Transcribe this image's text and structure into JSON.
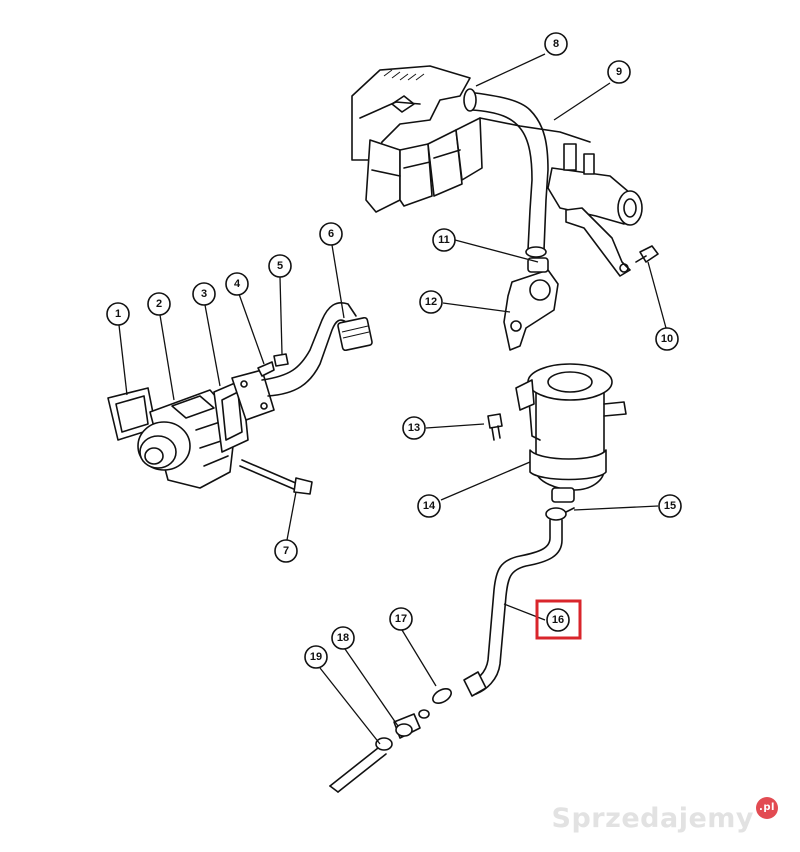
{
  "diagram": {
    "callouts": [
      {
        "label": "1"
      },
      {
        "label": "2"
      },
      {
        "label": "3"
      },
      {
        "label": "4"
      },
      {
        "label": "5"
      },
      {
        "label": "6"
      },
      {
        "label": "7"
      },
      {
        "label": "8"
      },
      {
        "label": "9"
      },
      {
        "label": "10"
      },
      {
        "label": "11"
      },
      {
        "label": "12"
      },
      {
        "label": "13"
      },
      {
        "label": "14"
      },
      {
        "label": "15"
      },
      {
        "label": "16"
      },
      {
        "label": "17"
      },
      {
        "label": "18"
      },
      {
        "label": "19"
      }
    ],
    "highlighted_callout": "16",
    "highlight_color": "#d9252b",
    "line_color": "#111111"
  },
  "watermark": {
    "brand": "Sprzedajemy",
    "suffix": ".pl",
    "text_color": "#e2e2e2",
    "badge_color": "#e24b52"
  }
}
